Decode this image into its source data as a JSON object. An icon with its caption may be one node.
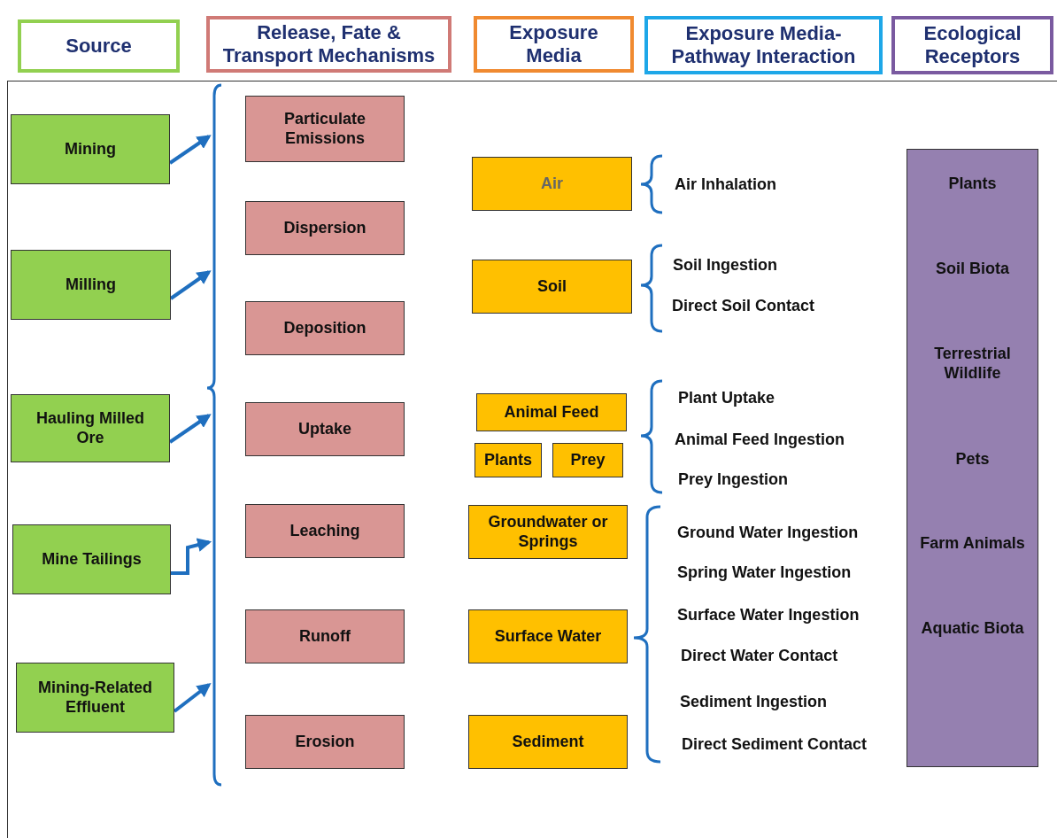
{
  "diagram": {
    "nodes": [
      {
        "text": [
          "Source"
        ]
      },
      {
        "text": [
          "Release, Fate & Transport Mechanisms"
        ]
      },
      {
        "text": [
          "Exposure Media"
        ]
      },
      {
        "text": [
          "Exposure Media-Pathway Interaction"
        ]
      },
      {
        "text": [
          "Ecological Receptors"
        ]
      },
      {
        "text": [
          "Mining"
        ]
      },
      {
        "text": [
          "Milling"
        ]
      },
      {
        "text": [
          "Hauling Milled Ore"
        ]
      },
      {
        "text": [
          "Mine Tailings"
        ]
      },
      {
        "text": [
          "Mining-Related Effluent"
        ]
      },
      {
        "text": [
          "Particulate Emissions"
        ]
      },
      {
        "text": [
          "Dispersion"
        ]
      },
      {
        "text": [
          "Deposition"
        ]
      },
      {
        "text": [
          "Uptake"
        ]
      },
      {
        "text": [
          "Leaching"
        ]
      },
      {
        "text": [
          "Runoff"
        ]
      },
      {
        "text": [
          "Erosion"
        ]
      },
      {
        "text": [
          "Air"
        ]
      },
      {
        "text": [
          "Soil"
        ]
      },
      {
        "text": [
          "Animal Feed"
        ]
      },
      {
        "text": [
          "Plants"
        ]
      },
      {
        "text": [
          "Prey"
        ]
      },
      {
        "text": [
          "Groundwater or Springs"
        ]
      },
      {
        "text": [
          "Surface Water"
        ]
      },
      {
        "text": [
          "Sediment"
        ]
      },
      {
        "text": [
          "Plants",
          "Soil Biota",
          "Terrestrial Wildlife",
          "Pets",
          "Farm Animals",
          "Aquatic Biota"
        ]
      }
    ],
    "edges": [
      {
        "from": 5,
        "to": 1,
        "arrow": "to"
      },
      {
        "from": 6,
        "to": 1,
        "arrow": "to"
      },
      {
        "from": 7,
        "to": 1,
        "arrow": "to"
      },
      {
        "from": 8,
        "to": 1,
        "arrow": "to"
      },
      {
        "from": 9,
        "to": 1,
        "arrow": "to"
      }
    ],
    "labels": [
      "Air Inhalation",
      "Soil Ingestion",
      "Direct Soil Contact",
      "Plant Uptake",
      "Animal Feed Ingestion",
      "Prey Ingestion",
      "Ground Water Ingestion",
      "Spring Water Ingestion",
      "Surface Water Ingestion",
      "Direct Water Contact",
      "Sediment Ingestion",
      "Direct Sediment Contact"
    ]
  }
}
